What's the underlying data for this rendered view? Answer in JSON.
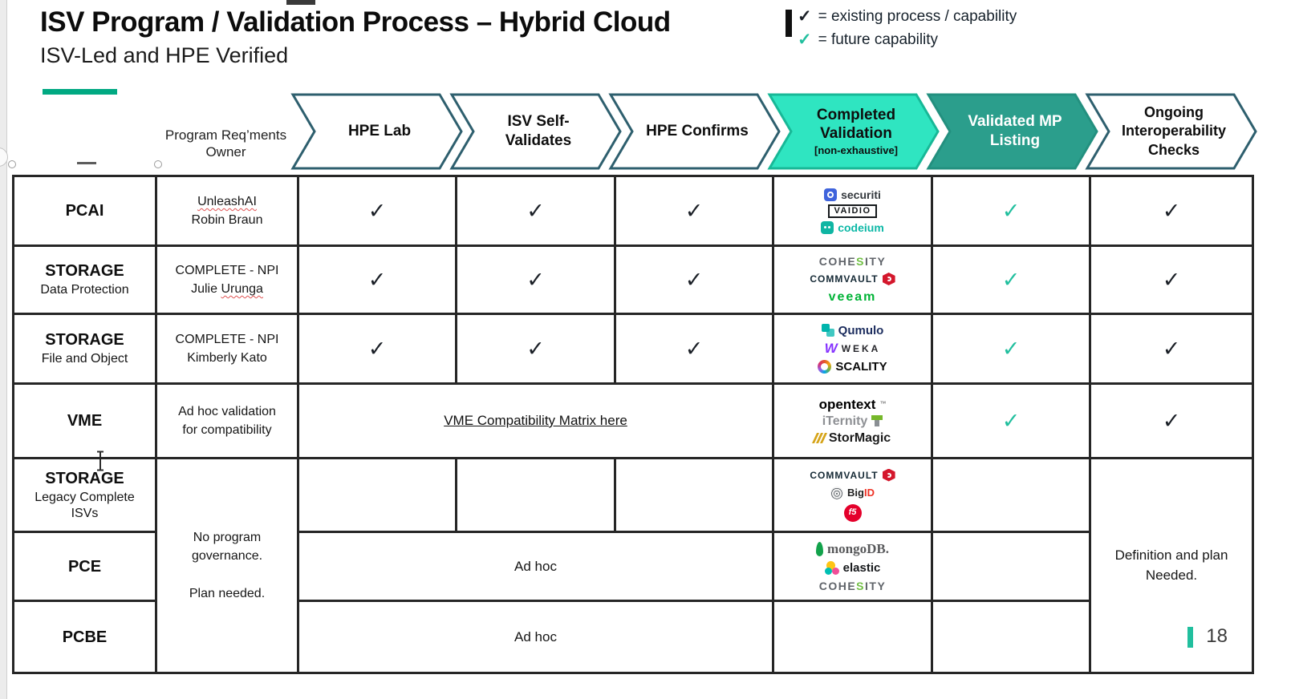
{
  "header": {
    "title": "ISV Program / Validation Process – Hybrid Cloud",
    "subtitle": "ISV-Led and HPE Verified",
    "legend": {
      "existing": {
        "symbol": "✓",
        "text": "= existing process / capability"
      },
      "future": {
        "symbol": "✓",
        "text": "= future capability"
      }
    }
  },
  "process": {
    "owner_header": "Program Req’ments\nOwner",
    "steps": [
      {
        "label": "HPE Lab"
      },
      {
        "label": "ISV Self-\nValidates"
      },
      {
        "label": "HPE Confirms"
      },
      {
        "label": "Completed\nValidation",
        "note": "[non-exhaustive]"
      },
      {
        "label": "Validated MP\nListing"
      },
      {
        "label": "Ongoing\nInteroperability\nChecks"
      }
    ]
  },
  "symbols": {
    "check": "✓"
  },
  "rows": {
    "pcai": {
      "name": "PCAI",
      "owner_line1": "UnleashAI",
      "owner_line2": "Robin Braun"
    },
    "storage_dp": {
      "name": "STORAGE",
      "sub": "Data Protection",
      "owner_line1": "COMPLETE - NPI",
      "owner_line2a": "Julie ",
      "owner_line2b": "Urunga"
    },
    "storage_fo": {
      "name": "STORAGE",
      "sub": "File and Object",
      "owner_line1": "COMPLETE - NPI",
      "owner_line2": "Kimberly Kato"
    },
    "vme": {
      "name": "VME",
      "owner": "Ad hoc validation\nfor compatibility",
      "link": "VME Compatibility Matrix here"
    },
    "storage_legacy": {
      "name": "STORAGE",
      "sub": "Legacy Complete\nISVs"
    },
    "pce": {
      "name": "PCE",
      "adhoc": "Ad hoc"
    },
    "pcbe": {
      "name": "PCBE",
      "adhoc": "Ad hoc"
    },
    "shared_owner": "No program\ngovernance.\n\nPlan needed.",
    "definition_needed": "Definition and plan\nNeeded."
  },
  "logos": {
    "securiti": "securiti",
    "vaidio": "VAIDIO",
    "codeium": "codeium",
    "cohesity_a": "COHE",
    "cohesity_s": "S",
    "cohesity_b": "ITY",
    "commvault": "COMMVAULT",
    "veeam": "veeam",
    "qumulo": "Qumulo",
    "weka_icon": "W",
    "weka": "WEKA",
    "scality": "SCALITY",
    "opentext": "opentext",
    "opentext_tm": "™",
    "iternity": "iTernity",
    "stormagic": "StorMagic",
    "bigid_a": "Big",
    "bigid_b": "ID",
    "f5": "f5",
    "mongodb": "mongoDB.",
    "elastic": "elastic"
  },
  "footer": {
    "page_number": "18"
  }
}
